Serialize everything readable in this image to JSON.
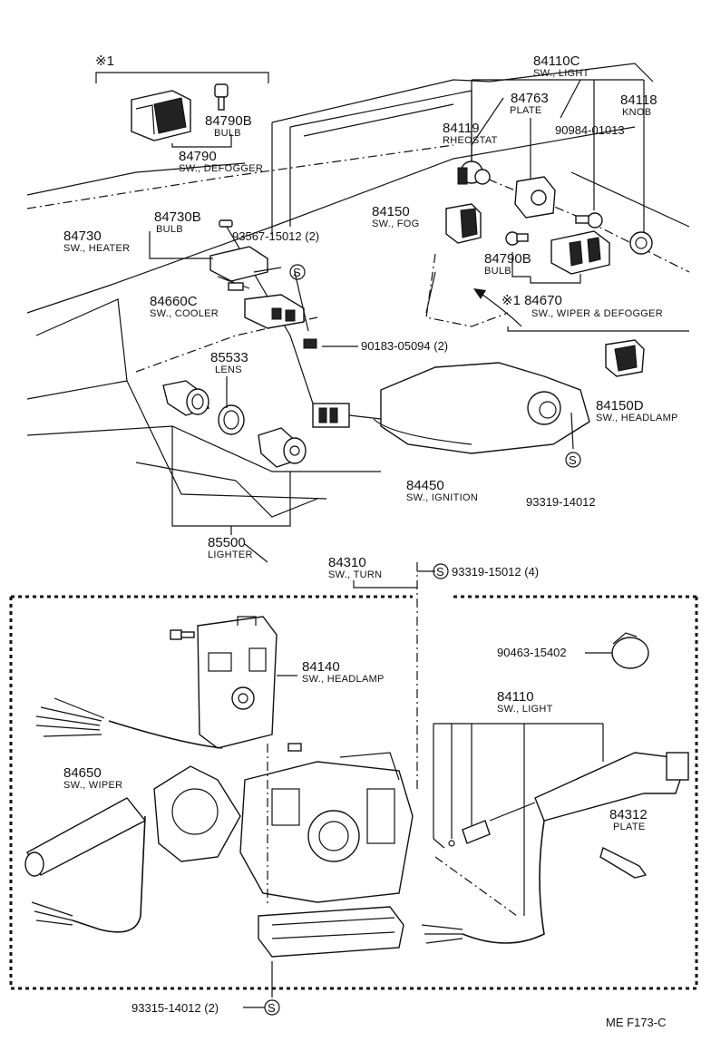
{
  "group1": {
    "mark": "※1"
  },
  "callouts": [
    {
      "id": "c84110C",
      "num": "84110C",
      "name": "SW., LIGHT"
    },
    {
      "id": "c84763",
      "num": "84763",
      "name": "PLATE"
    },
    {
      "id": "c84118",
      "num": "84118",
      "name": "KNOB"
    },
    {
      "id": "c84119",
      "num": "84119",
      "name": "RHEOSTAT"
    },
    {
      "id": "c90984",
      "num": "90984-01013",
      "name": ""
    },
    {
      "id": "c84790B_a",
      "num": "84790B",
      "name": "BULB"
    },
    {
      "id": "c84790",
      "num": "84790",
      "name": "SW., DEFOGGER"
    },
    {
      "id": "c84150",
      "num": "84150",
      "name": "SW., FOG"
    },
    {
      "id": "c84730B",
      "num": "84730B",
      "name": "BULB"
    },
    {
      "id": "c84730",
      "num": "84730",
      "name": "SW., HEATER"
    },
    {
      "id": "c93567",
      "num": "93567-15012 (2)",
      "name": ""
    },
    {
      "id": "c84790B_b",
      "num": "84790B",
      "name": "BULB"
    },
    {
      "id": "c84670",
      "num": "※1 84670",
      "name": "SW., WIPER & DEFOGGER"
    },
    {
      "id": "c84660C",
      "num": "84660C",
      "name": "SW., COOLER"
    },
    {
      "id": "c90183",
      "num": "90183-05094 (2)",
      "name": ""
    },
    {
      "id": "c85533",
      "num": "85533",
      "name": "LENS"
    },
    {
      "id": "c84150D",
      "num": "84150D",
      "name": "SW., HEADLAMP"
    },
    {
      "id": "c84450",
      "num": "84450",
      "name": "SW., IGNITION"
    },
    {
      "id": "c93319a",
      "num": "93319-14012",
      "name": ""
    },
    {
      "id": "c85500",
      "num": "85500",
      "name": "LIGHTER"
    },
    {
      "id": "c84310",
      "num": "84310",
      "name": "SW., TURN"
    },
    {
      "id": "c93319b",
      "num": "93319-15012 (4)",
      "name": ""
    },
    {
      "id": "c84140",
      "num": "84140",
      "name": "SW., HEADLAMP"
    },
    {
      "id": "c90463",
      "num": "90463-15402",
      "name": ""
    },
    {
      "id": "c84110",
      "num": "84110",
      "name": "SW., LIGHT"
    },
    {
      "id": "c84650",
      "num": "84650",
      "name": "SW., WIPER"
    },
    {
      "id": "c84312",
      "num": "84312",
      "name": "PLATE"
    },
    {
      "id": "c93315",
      "num": "93315-14012 (2)",
      "name": ""
    }
  ],
  "symbols": {
    "s": "S"
  },
  "footer": {
    "code": "ME  F173-C"
  }
}
